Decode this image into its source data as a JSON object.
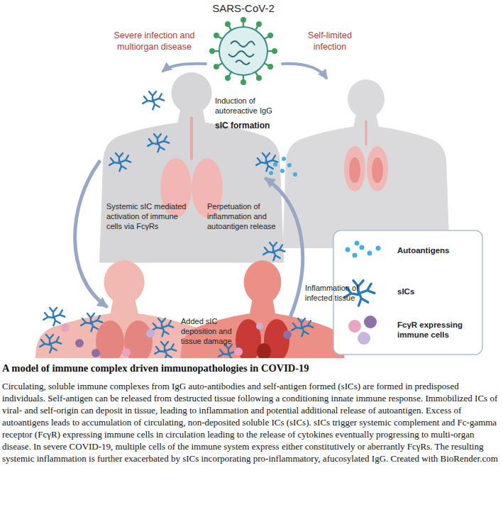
{
  "diagram": {
    "title": "A model of immune complex driven immunopathologies in COVID-19",
    "caption": "Circulating, soluble immune complexes from IgG auto-antibodies and self-antigen formed (sICs) are formed in predisposed individuals. Self-antigen can be released from destructed tissue following a conditioning innate immune response. Immobilized ICs of viral- and self-origin can deposit in tissue, leading to inflammation and potential additional release of autoantigen. Excess of autoantigens leads to accumulation of circulating, non-deposited soluble ICs (sICs). sICs trigger systemic complement and Fc-gamma receptor (FcγR) expressing immune cells in circulation leading to the release of cytokines eventually progressing to multi-organ disease. In severe COVID-19, multiple cells of the immune system express either constitutively or aberrantly FcγRs. The resulting systemic inflammation is further exacerbated by sICs incorporating pro-inflammatory, afucosylated IgG. Created with BioRender.com",
    "nodes": [
      {
        "text": [
          "SARS-CoV-2"
        ]
      },
      {
        "text": [
          "Induction of autoreactive IgG",
          "sIC formation"
        ]
      },
      {
        "text": [
          "Inflammation of infected tissue"
        ]
      }
    ],
    "edges": [
      {
        "from": 0,
        "to": 1,
        "arrow": "to",
        "label": "Severe infection and multiorgan disease"
      },
      {
        "from": 0,
        "to": 2,
        "arrow": "to",
        "label": "Self-limited infection"
      }
    ],
    "labels": [
      "Systemic sIC mediated activation of immune cells via FcγRs",
      "Perpetuation of inflammation and autoantigen release",
      "Added sIC deposition and tissue damage"
    ],
    "legend": [
      {
        "text": "Autoantigens"
      },
      {
        "text": "sICs"
      },
      {
        "text": "FcγR expressing immune cells"
      }
    ]
  }
}
